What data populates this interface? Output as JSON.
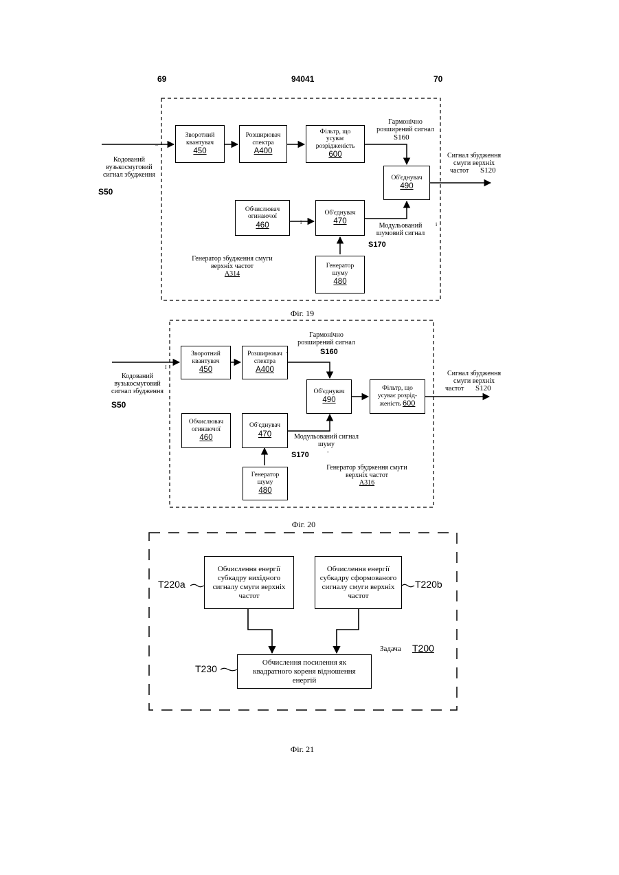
{
  "header": {
    "left_page": "69",
    "doc_number": "94041",
    "right_page": "70"
  },
  "fig19": {
    "caption": "Фіг. 19",
    "input_label": [
      "Кодований",
      "вузькосмуговий",
      "сигнал збудження"
    ],
    "input_id": "S50",
    "box_450": {
      "label": [
        "Зворотний",
        "квантувач"
      ],
      "num": "450"
    },
    "box_A400": {
      "label": [
        "Розширювач",
        "спектра"
      ],
      "num": "A400"
    },
    "box_600": {
      "label": [
        "Фільтр, що",
        "усуває",
        "розрідженість"
      ],
      "num": "600"
    },
    "box_490": {
      "label": [
        "Об'єднувач"
      ],
      "num": "490"
    },
    "box_460": {
      "label": [
        "Обчислювач",
        "огинаючої"
      ],
      "num": "460"
    },
    "box_470": {
      "label": [
        "Об'єднувач"
      ],
      "num": "470"
    },
    "box_480": {
      "label": [
        "Генератор",
        "шуму"
      ],
      "num": "480"
    },
    "harmonic_label": [
      "Гармонічно",
      "розширений сигнал"
    ],
    "harmonic_id": "S160",
    "output_label": [
      "Сигнал збудження",
      "смуги верхніх"
    ],
    "output_label_last": "частот",
    "output_id": "S120",
    "modulated_label": [
      "Модульований",
      "шумовий сигнал"
    ],
    "modulated_id": "S170",
    "generator_label": [
      "Генератор збудження смуги",
      "верхніх частот"
    ],
    "generator_id": "A314",
    "stray_marks": [
      "..",
      "i",
      "i"
    ]
  },
  "fig20": {
    "caption": "Фіг. 20",
    "input_label": [
      "Кодований",
      "вузькосмуговий",
      "сигнал збудження"
    ],
    "input_id": "S50",
    "box_450": {
      "label": [
        "Зворотний",
        "квантувач"
      ],
      "num": "450"
    },
    "box_A400": {
      "label": [
        "Розширювач",
        "спектра"
      ],
      "num": "A400"
    },
    "box_490": {
      "label": [
        "Об'єднувач"
      ],
      "num": "490"
    },
    "box_600": {
      "label": [
        "Фільтр, що",
        "усуває розрід-"
      ],
      "num_prefix": "женість",
      "num": "600"
    },
    "box_460": {
      "label": [
        "Обчислювач",
        "огинаючої"
      ],
      "num": "460"
    },
    "box_470": {
      "label": [
        "Об'єднувач"
      ],
      "num": "470"
    },
    "box_480": {
      "label": [
        "Генератор",
        "шуму"
      ],
      "num": "480"
    },
    "harmonic_label": [
      "Гармонічно",
      "розширений сигнал"
    ],
    "harmonic_id": "S160",
    "output_label": [
      "Сигнал збудження",
      "смуги верхніх"
    ],
    "output_label_last": "частот",
    "output_id": "S120",
    "modulated_label": [
      "Модульований сигнал",
      "шуму"
    ],
    "modulated_id": "S170",
    "generator_label": [
      "Генератор збудження смуги",
      "верхніх частот"
    ],
    "generator_id": "A316",
    "stray_marks": [
      "I",
      "¸",
      "-"
    ]
  },
  "fig21": {
    "caption": "Фіг. 21",
    "box_T220a": [
      "Обчислення енергії",
      "субкадру вихідного",
      "сигналу смуги верхніх",
      "частот"
    ],
    "box_T220b": [
      "Обчислення енергії",
      "субкадру сформованого",
      "сигналу смуги верхніх",
      "частот"
    ],
    "box_T230": [
      "Обчислення посилення як",
      "квадратного кореня відношення",
      "енергій"
    ],
    "id_T220a": "T220a",
    "id_T220b": "T220b",
    "id_T230": "T230",
    "task_label": "Задача",
    "task_id": "T200"
  }
}
